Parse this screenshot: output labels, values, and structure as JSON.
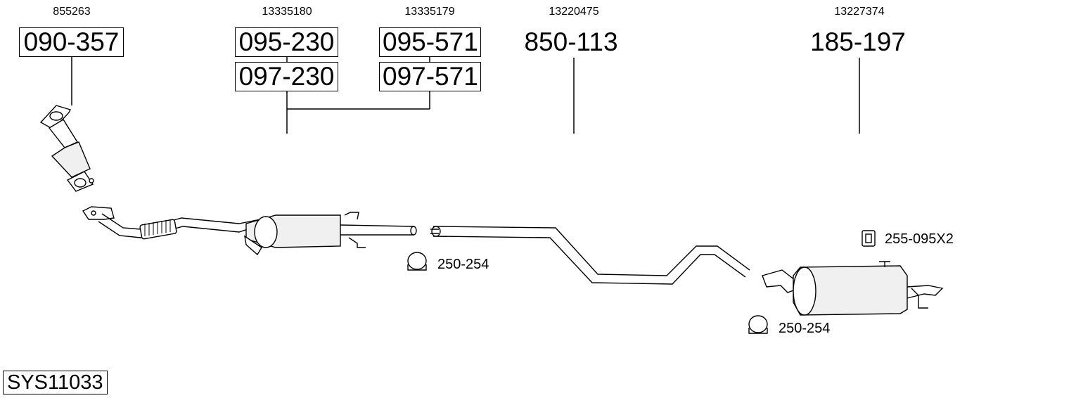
{
  "parts": {
    "p1": {
      "oem": "855263",
      "code": "090-357"
    },
    "p2": {
      "oem": "13335180",
      "code_a": "095-230",
      "code_b": "097-230"
    },
    "p3": {
      "oem": "13335179",
      "code_a": "095-571",
      "code_b": "097-571"
    },
    "p4": {
      "oem": "13220475",
      "code": "850-113"
    },
    "p5": {
      "oem": "13227374",
      "code": "185-197"
    }
  },
  "accessories": {
    "clamp_1": "250-254",
    "clamp_2": "250-254",
    "rubber_mount": "255-095X2"
  },
  "system_id": "SYS11033",
  "colors": {
    "line": "#000000",
    "background": "#ffffff",
    "muffler_shade": "#f0f0f0"
  }
}
